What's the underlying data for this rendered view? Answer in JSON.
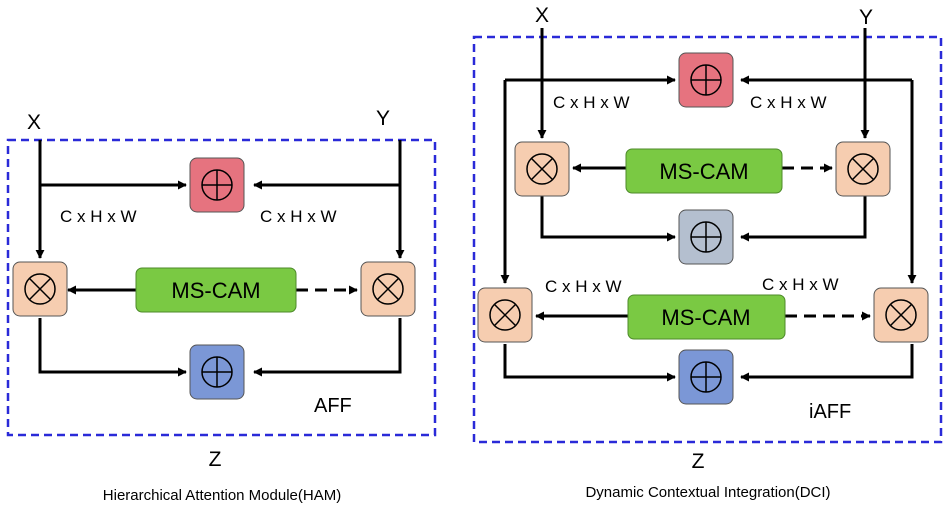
{
  "left": {
    "input_x": "X",
    "input_y": "Y",
    "dim_left": "C x H x W",
    "dim_right": "C x H x W",
    "cam": "MS-CAM",
    "tag": "AFF",
    "output": "Z",
    "caption": "Hierarchical Attention Module(HAM)"
  },
  "right": {
    "input_x": "X",
    "input_y": "Y",
    "dim_top_left": "C x H x W",
    "dim_top_right": "C x H x W",
    "dim_mid_left": "C x H x W",
    "dim_mid_right": "C x H x W",
    "cam_top": "MS-CAM",
    "cam_bottom": "MS-CAM",
    "tag": "iAFF",
    "output": "Z",
    "caption": "Dynamic Contextual Integration(DCI)"
  },
  "colors": {
    "dashed_border": "#2a2ad8",
    "add_red": "#e6737f",
    "add_blue": "#7b97d6",
    "add_gray": "#b4bfcf",
    "mul_peach": "#f6cdb0",
    "cam_green": "#7ac943"
  }
}
